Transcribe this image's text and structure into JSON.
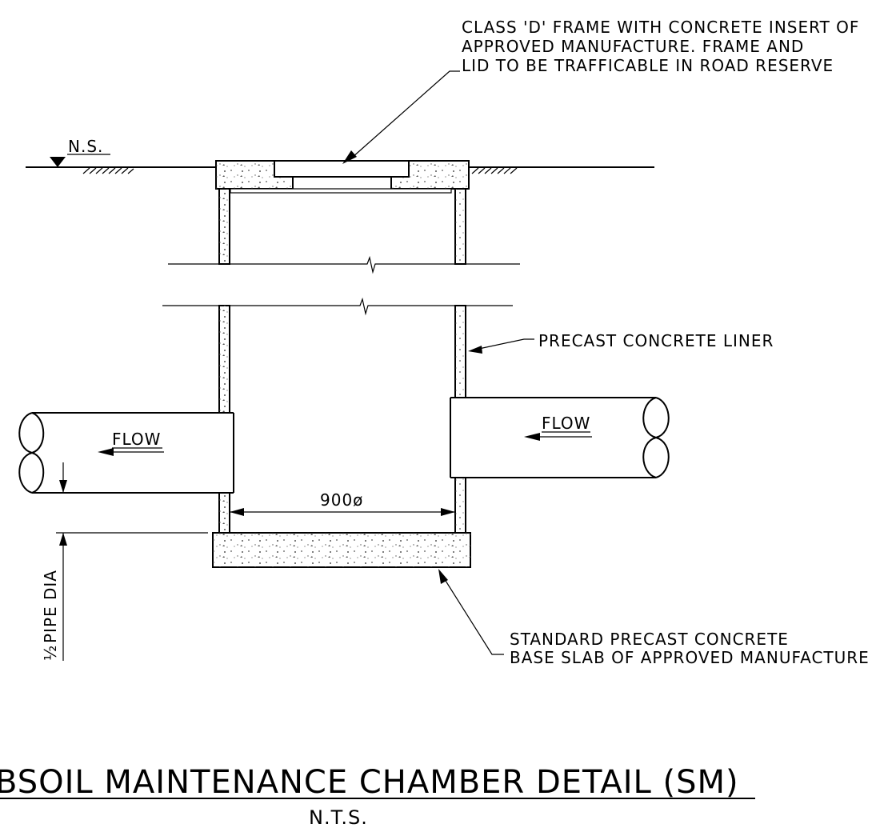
{
  "labels": {
    "lid_note": [
      "CLASS 'D' FRAME WITH CONCRETE INSERT OF",
      "APPROVED MANUFACTURE. FRAME AND",
      "LID TO BE TRAFFICABLE IN ROAD RESERVE"
    ],
    "ground_marker": "N.S.",
    "liner_note": "PRECAST CONCRETE LINER",
    "flow_left": "FLOW",
    "flow_right": "FLOW",
    "diameter": "900ø",
    "pipe_dia_fraction": "½",
    "pipe_dia_label": "PIPE DIA",
    "base_note": [
      "STANDARD PRECAST CONCRETE",
      "BASE SLAB OF APPROVED MANUFACTURE"
    ]
  },
  "title": "BSOIL MAINTENANCE CHAMBER DETAIL (SM)",
  "subtitle": "N.T.S."
}
